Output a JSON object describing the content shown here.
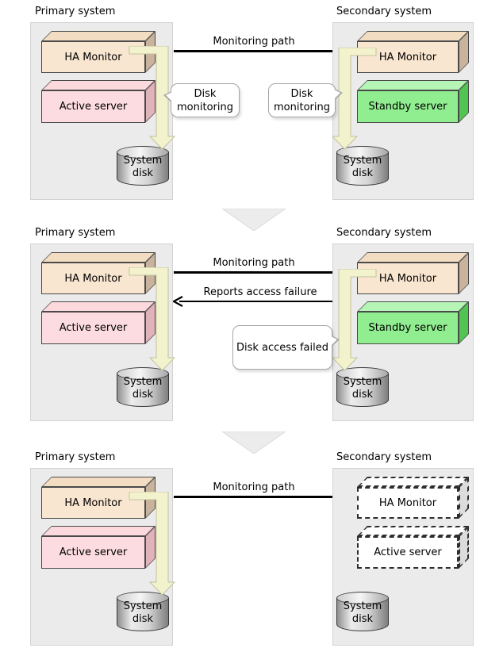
{
  "colors": {
    "panel-bg": "#ebebeb",
    "panel-border": "#d2d2d2",
    "tan-front": "#f9e6d0",
    "tan-top": "#f3ddc2",
    "tan-side": "#c9b39d",
    "pink-front": "#fcdce0",
    "pink-top": "#fbd9dd",
    "pink-side": "#e0b2b9",
    "green-front": "#90ee90",
    "green-top": "#b5f5b5",
    "green-side": "#52c452",
    "arrow-fill": "#f2f2cd",
    "arrow-stroke": "#c2c2a0",
    "chevron-fill": "#ececec",
    "line-color": "#000000"
  },
  "icons": {
    "flow_arrow": "down-elbow-arrow-icon",
    "separator": "chevron-down-icon",
    "report_arrowhead": "arrow-left-icon"
  },
  "sections": [
    {
      "left_title": "Primary system",
      "right_title": "Secondary system",
      "monitoring_path_label": "Monitoring path",
      "left_monitor_label": "HA Monitor",
      "left_server_label": "Active server",
      "right_monitor_label": "HA Monitor",
      "right_server_label": "Standby server",
      "disk_line1": "System",
      "disk_line2": "disk",
      "left_callout_label": "Disk monitoring",
      "right_callout_label": "Disk monitoring"
    },
    {
      "left_title": "Primary system",
      "right_title": "Secondary system",
      "monitoring_path_label": "Monitoring path",
      "reports_label": "Reports access failure",
      "left_monitor_label": "HA Monitor",
      "left_server_label": "Active server",
      "right_monitor_label": "HA Monitor",
      "right_server_label": "Standby server",
      "disk_line1": "System",
      "disk_line2": "disk",
      "right_callout_label": "Disk access failed"
    },
    {
      "left_title": "Primary system",
      "right_title": "Secondary system",
      "monitoring_path_label": "Monitoring path",
      "left_monitor_label": "HA Monitor",
      "left_server_label": "Active server",
      "right_monitor_label": "HA Monitor",
      "right_server_label": "Active server",
      "disk_line1": "System",
      "disk_line2": "disk"
    }
  ]
}
